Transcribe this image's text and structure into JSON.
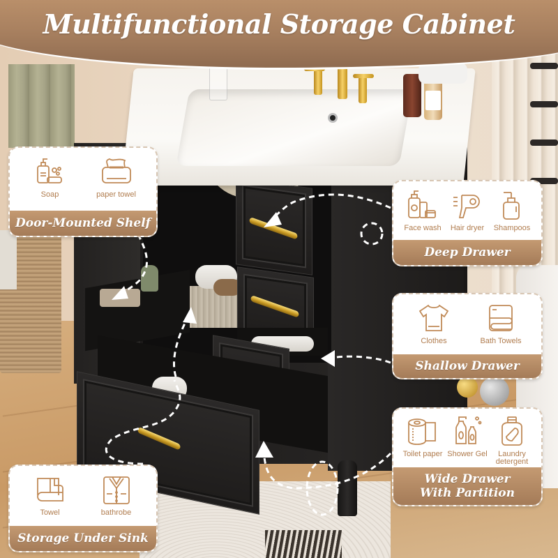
{
  "header": {
    "title": "Multifunctional Storage Cabinet"
  },
  "colors": {
    "accent_brown": "#a47b58",
    "banner_top": "#c89c73",
    "icon_stroke": "#c08a57",
    "label_text": "#b07c4e",
    "cabinet_black": "#1e1c1b",
    "handle_gold": "#d4a72c"
  },
  "cards": {
    "door_shelf": {
      "title": "Door-Mounted Shelf",
      "items": [
        {
          "icon": "soap-icon",
          "label": "Soap"
        },
        {
          "icon": "paper-towel-icon",
          "label": "paper towel"
        }
      ]
    },
    "deep_drawer": {
      "title": "Deep Drawer",
      "items": [
        {
          "icon": "face-wash-icon",
          "label": "Face wash"
        },
        {
          "icon": "hair-dryer-icon",
          "label": "Hair dryer"
        },
        {
          "icon": "shampoo-icon",
          "label": "Shampoos"
        }
      ]
    },
    "shallow_drawer": {
      "title": "Shallow Drawer",
      "items": [
        {
          "icon": "clothes-icon",
          "label": "Clothes"
        },
        {
          "icon": "bath-towels-icon",
          "label": "Bath Towels"
        }
      ]
    },
    "wide_drawer": {
      "title_line1": "Wide Drawer",
      "title_line2": "With Partition",
      "items": [
        {
          "icon": "toilet-paper-icon",
          "label": "Toilet paper"
        },
        {
          "icon": "shower-gel-icon",
          "label": "Shower Gel"
        },
        {
          "icon": "laundry-detergent-icon",
          "label_line1": "Laundry",
          "label_line2": "detergent"
        }
      ]
    },
    "under_sink": {
      "title": "Storage Under Sink",
      "items": [
        {
          "icon": "towel-icon",
          "label": "Towel"
        },
        {
          "icon": "bathrobe-icon",
          "label": "bathrobe"
        }
      ]
    }
  }
}
